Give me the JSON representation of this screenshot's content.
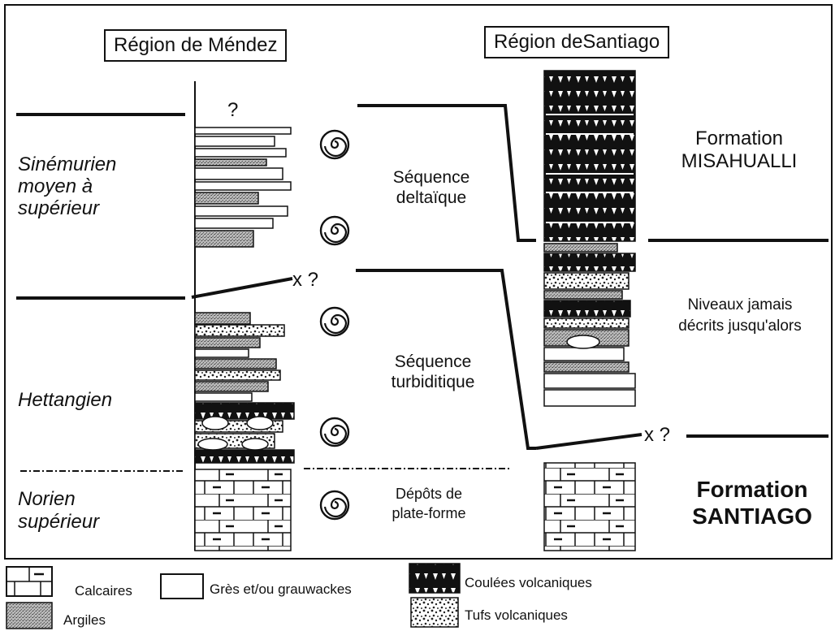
{
  "regions": {
    "mendez": "Région de Méndez",
    "santiago": "Région deSantiago"
  },
  "stages": {
    "sinemurien": [
      "Sinémurien",
      "moyen à",
      "supérieur"
    ],
    "hettangien": "Hettangien",
    "norien": [
      "Norien",
      "supérieur"
    ]
  },
  "sequences": {
    "deltaique": [
      "Séquence",
      "deltaïque"
    ],
    "turbiditique": [
      "Séquence",
      "turbiditique"
    ],
    "plateforme": [
      "Dépôts de",
      "plate-forme"
    ]
  },
  "formations": {
    "misahualli": [
      "Formation",
      "MISAHUALLI"
    ],
    "niveaux": [
      "Niveaux jamais",
      "décrits jusqu'alors"
    ],
    "santiago": [
      "Formation",
      "SANTIAGO"
    ]
  },
  "markers": {
    "question": "?",
    "x_question": "x ?"
  },
  "legend": {
    "calcaires": "Calcaires",
    "gres": "Grès et/ou grauwackes",
    "coulees": "Coulées volcaniques",
    "argiles": "Argiles",
    "tufs": "Tufs volcaniques"
  },
  "colors": {
    "ink": "#111111",
    "argile": "#8a8a8a",
    "volcanic": "#111111",
    "background": "#ffffff"
  },
  "icons": [
    "ammonite-icon"
  ]
}
